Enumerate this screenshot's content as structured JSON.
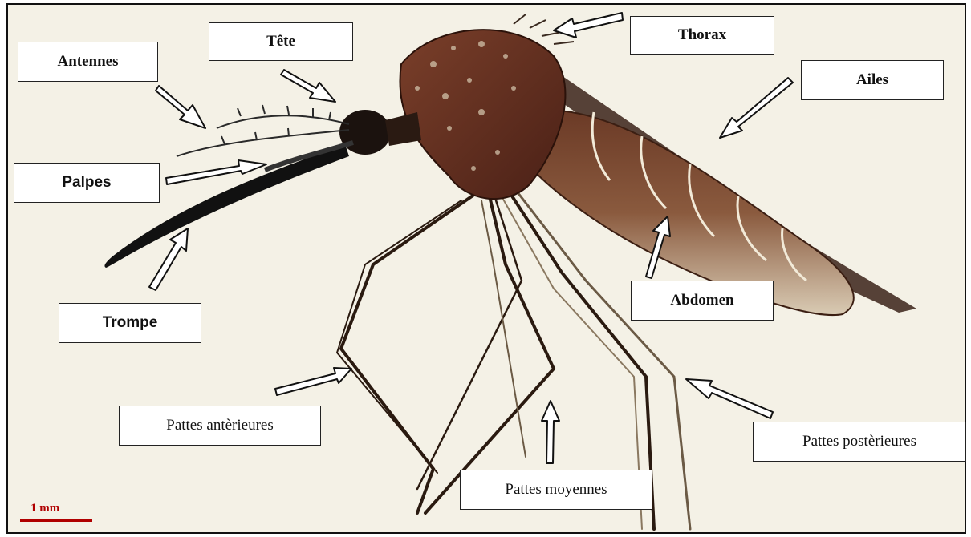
{
  "labels": {
    "antennes": "Antennes",
    "tete": "Tête",
    "thorax": "Thorax",
    "ailes": "Ailes",
    "palpes": "Palpes",
    "trompe": "Trompe",
    "abdomen": "Abdomen",
    "pattes_anterieures": "Pattes antèrieures",
    "pattes_moyennes": "Pattes moyennes",
    "pattes_posterieures": "Pattes postèrieures"
  },
  "scale": {
    "text": "1 mm"
  },
  "colors": {
    "background": "#f4f1e6",
    "scale": "#b00000",
    "body": "#5a2a1c",
    "legs": "#2a1a10"
  }
}
